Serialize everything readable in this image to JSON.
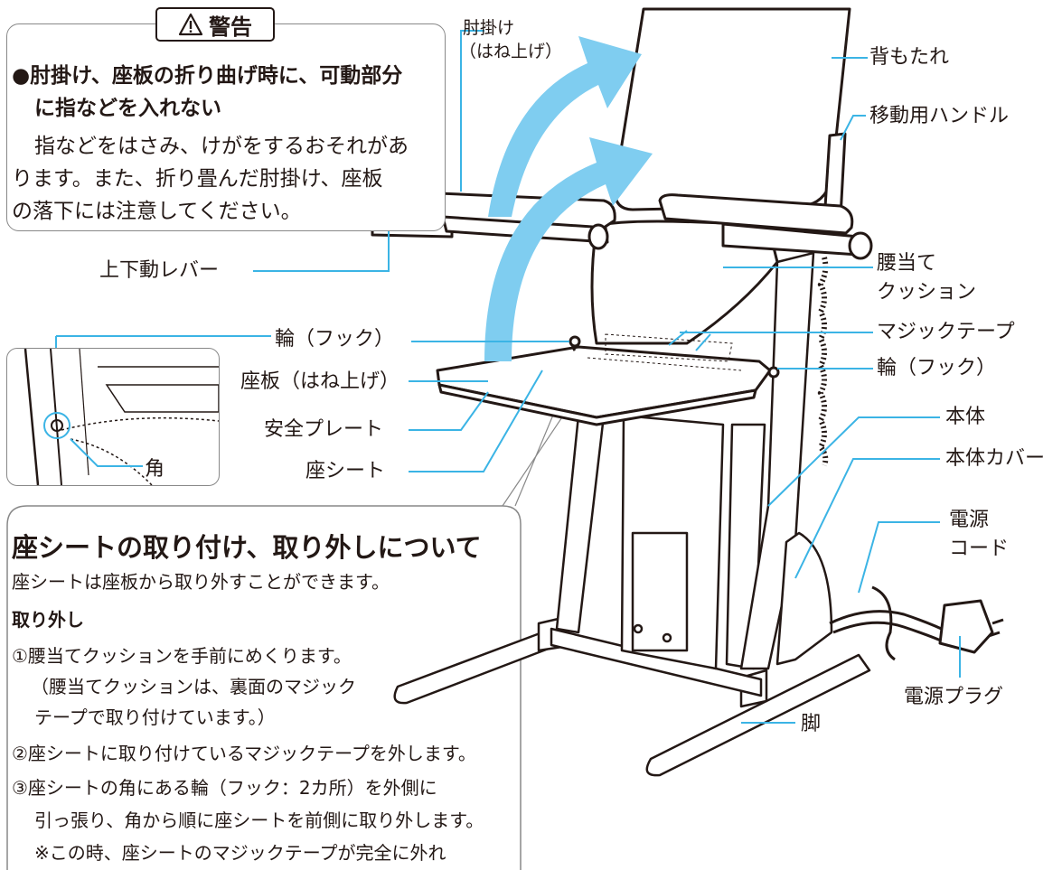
{
  "warning": {
    "tag": "警告",
    "icon": "warning-triangle-icon",
    "heading1": "●肘掛け、座板の折り曲げ時に、可動部分",
    "heading2": "に指などを入れない",
    "body1": "指などをはさみ、けがをするおそれがあ",
    "body2": "ります。また、折り畳んだ肘掛け、座板",
    "body3": "の落下には注意してください。"
  },
  "labels": {
    "armrest": "肘掛け",
    "armrest_sub": "（はね上げ）",
    "backrest": "背もたれ",
    "move_handle": "移動用ハンドル",
    "updown_lever": "上下動レバー",
    "waist_cushion1": "腰当て",
    "waist_cushion2": "クッション",
    "ring_hook_left": "輪（フック）",
    "magic_tape": "マジックテープ",
    "seat_board": "座板（はね上げ）",
    "ring_hook_right": "輪（フック）",
    "safety_plate": "安全プレート",
    "main_body": "本体",
    "seat_sheet": "座シート",
    "main_body_cover": "本体カバー",
    "corner": "角",
    "power_cord1": "電源",
    "power_cord2": "コード",
    "power_plug": "電源プラグ",
    "leg": "脚"
  },
  "colors": {
    "arrow": "#7fcdf0",
    "leader": "#3bb4e5",
    "line": "#231815"
  },
  "info": {
    "title": "座シートの取り付け、取り外しについて",
    "intro": "座シートは座板から取り外すことができます。",
    "subheading": "取り外し",
    "step1": "①腰当てクッションを手前にめくります。",
    "step1_note1": "（腰当てクッションは、裏面のマジック",
    "step1_note2": "テープで取り付けています。）",
    "step2": "②座シートに取り付けているマジックテープを外します。",
    "step3a": "③座シートの角にある輪（フック：2カ所）を外側に",
    "step3b": "引っ張り、角から順に座シートを前側に取り外します。",
    "step3_note": "※この時、座シートのマジックテープが完全に外れ"
  }
}
